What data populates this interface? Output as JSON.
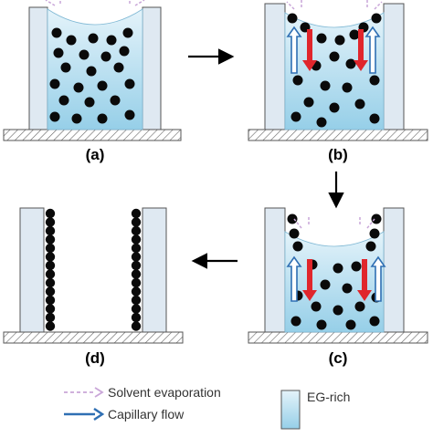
{
  "panels": {
    "a": {
      "label": "(a)"
    },
    "b": {
      "label": "(b)"
    },
    "c": {
      "label": "(c)"
    },
    "d": {
      "label": "(d)"
    }
  },
  "legend": {
    "evaporation": "Solvent evaporation",
    "capillary": "Capillary flow",
    "eg_rich": "EG-rich"
  },
  "colors": {
    "liquid_top": "#d9eef8",
    "liquid_bottom": "#9fd3ea",
    "wall": "#dfe9f2",
    "wall_stroke": "#555555",
    "particle": "#0a0a0a",
    "capillary_arrow": "#2f6fb3",
    "return_arrow": "#e0262c",
    "evaporation_arrow": "#c9a6d8",
    "substrate_hatch": "#555555"
  }
}
